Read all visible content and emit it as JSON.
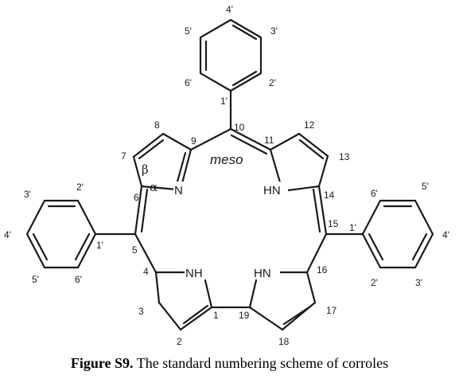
{
  "caption": {
    "label": "Figure S9.",
    "text": "The standard numbering scheme of corroles"
  },
  "atoms": {
    "n_left": "N",
    "hn_right": "HN",
    "nh_bottom_left": "NH",
    "hn_bottom_right": "HN"
  },
  "annotations": {
    "meso": "meso",
    "alpha": "α",
    "beta": "β"
  },
  "numbering": {
    "c1": "1",
    "c2": "2",
    "c3": "3",
    "c4": "4",
    "c5": "5",
    "c6": "6",
    "c7": "7",
    "c8": "8",
    "c9": "9",
    "c10": "10",
    "c11": "11",
    "c12": "12",
    "c13": "13",
    "c14": "14",
    "c15": "15",
    "c16": "16",
    "c17": "17",
    "c18": "18",
    "c19": "19"
  },
  "phenyl_top": {
    "p1": "1'",
    "p2": "2'",
    "p3": "3'",
    "p4": "4'",
    "p5": "5'",
    "p6": "6'"
  },
  "phenyl_left": {
    "p1": "1'",
    "p2": "2'",
    "p3": "3'",
    "p4": "4'",
    "p5": "5'",
    "p6": "6'"
  },
  "phenyl_right": {
    "p1": "1'",
    "p2": "2'",
    "p3": "3'",
    "p4": "4'",
    "p5": "5'",
    "p6": "6'"
  }
}
